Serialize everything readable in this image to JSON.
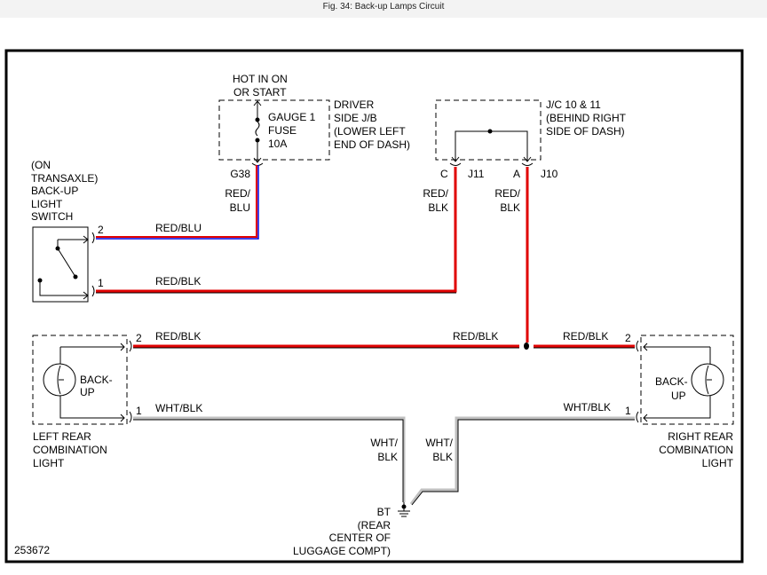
{
  "window": {
    "title": "Fig. 34: Back-up Lamps Circuit"
  },
  "figure_id": "253672",
  "colors": {
    "red_wire": "#e00000",
    "blue_stripe": "#0000e0",
    "white_wire": "#c0c0c0"
  },
  "fuse_block": {
    "hot_line1": "HOT IN ON",
    "hot_line2": "OR START",
    "fuse_line1": "GAUGE 1",
    "fuse_line2": "FUSE",
    "fuse_line3": "10A",
    "loc_line1": "DRIVER",
    "loc_line2": "SIDE J/B",
    "loc_line3": "(LOWER LEFT",
    "loc_line4": "END OF DASH)",
    "connector": "G38"
  },
  "junction": {
    "line1": "J/C 10 & 11",
    "line2": "(BEHIND RIGHT",
    "line3": "SIDE OF DASH)",
    "pin_c": "C",
    "conn_c": "J11",
    "pin_a": "A",
    "conn_a": "J10"
  },
  "switch": {
    "line1": "(ON",
    "line2": "TRANSAXLE)",
    "line3": "BACK-UP",
    "line4": "LIGHT",
    "line5": "SWITCH",
    "pin2": "2",
    "pin1": "1"
  },
  "wires": {
    "red_blu_v1": "RED/",
    "red_blu_v2": "BLU",
    "red_blu_h": "RED/BLU",
    "red_blk_sw": "RED/BLK",
    "jc_c_1": "RED/",
    "jc_c_2": "BLK",
    "jc_a_1": "RED/",
    "jc_a_2": "BLK",
    "main_left": "RED/BLK",
    "main_mid": "RED/BLK",
    "main_right": "RED/BLK",
    "gnd_left": "WHT/BLK",
    "gnd_right": "WHT/BLK",
    "gnd_v_left1": "WHT/",
    "gnd_v_left2": "BLK",
    "gnd_v_right1": "WHT/",
    "gnd_v_right2": "BLK"
  },
  "left_lamp": {
    "bulb1": "BACK-",
    "bulb2": "UP",
    "pin2": "2",
    "pin1": "1",
    "name1": "LEFT REAR",
    "name2": "COMBINATION",
    "name3": "LIGHT"
  },
  "right_lamp": {
    "bulb1": "BACK-",
    "bulb2": "UP",
    "pin2": "2",
    "pin1": "1",
    "name1": "RIGHT REAR",
    "name2": "COMBINATION",
    "name3": "LIGHT"
  },
  "ground": {
    "id": "BT",
    "line1": "(REAR",
    "line2": "CENTER OF",
    "line3": "LUGGAGE COMPT)"
  }
}
